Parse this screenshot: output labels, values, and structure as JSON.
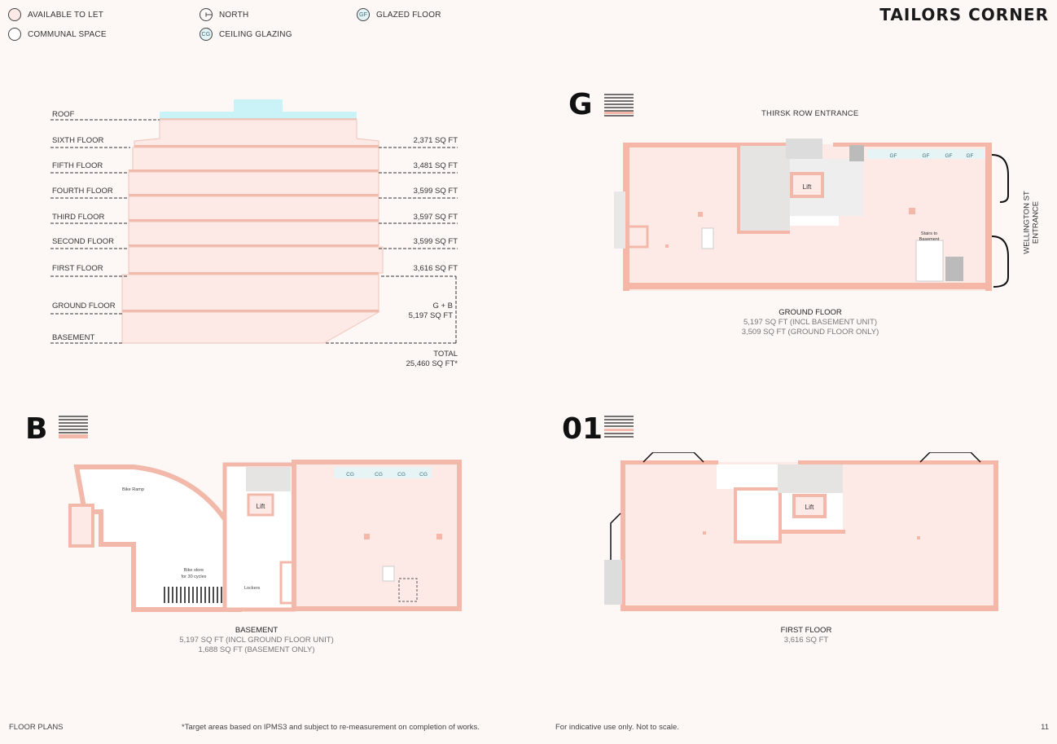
{
  "brand": "TAILORS CORNER",
  "legend": [
    {
      "symbol": "",
      "label": "AVAILABLE TO LET",
      "swatch": "#fde9e5"
    },
    {
      "symbol": "",
      "label": "COMMUNAL SPACE",
      "swatch": "#ffffff"
    },
    {
      "symbol": "north-arrow",
      "label": "NORTH"
    },
    {
      "symbol": "CG",
      "label": "CEILING GLAZING"
    },
    {
      "symbol": "GF",
      "label": "GLAZED FLOOR"
    }
  ],
  "section": {
    "floors": [
      {
        "name": "ROOF",
        "area": ""
      },
      {
        "name": "SIXTH FLOOR",
        "area": "2,371 SQ FT"
      },
      {
        "name": "FIFTH FLOOR",
        "area": "3,481 SQ FT"
      },
      {
        "name": "FOURTH FLOOR",
        "area": "3,599 SQ FT"
      },
      {
        "name": "THIRD FLOOR",
        "area": "3,597 SQ FT"
      },
      {
        "name": "SECOND FLOOR",
        "area": "3,599 SQ FT"
      },
      {
        "name": "FIRST FLOOR",
        "area": "3,616 SQ FT"
      },
      {
        "name": "GROUND FLOOR",
        "area": ""
      },
      {
        "name": "BASEMENT",
        "area": ""
      }
    ],
    "gb_label": "G + B",
    "gb_area": "5,197 SQ FT",
    "total_label": "TOTAL",
    "total_area": "25,460 SQ FT*"
  },
  "plans": {
    "ground": {
      "letter": "G",
      "entrance_top": "THIRSK ROW ENTRANCE",
      "entrance_right_1": "WELLINGTON ST",
      "entrance_right_2": "ENTRANCE",
      "lift": "Lift",
      "stairs_note_1": "Stairs to",
      "stairs_note_2": "Basement",
      "glazed": [
        "GF",
        "GF",
        "GF",
        "GF"
      ],
      "title": "GROUND FLOOR",
      "line1": "5,197 SQ FT (INCL BASEMENT UNIT)",
      "line2": "3,509 SQ FT (GROUND FLOOR ONLY)"
    },
    "basement": {
      "letter": "B",
      "bike_ramp": "Bike Ramp",
      "bike_store_1": "Bike store",
      "bike_store_2": "for 30 cycles",
      "lockers": "Lockers",
      "lift": "Lift",
      "ceiling": [
        "CG",
        "CG",
        "CG",
        "CG"
      ],
      "title": "BASEMENT",
      "line1": "5,197 SQ FT (INCL GROUND FLOOR UNIT)",
      "line2": "1,688 SQ FT (BASEMENT ONLY)"
    },
    "first": {
      "letter": "01",
      "lift": "Lift",
      "title": "FIRST FLOOR",
      "line1": "3,616 SQ FT"
    }
  },
  "footer": {
    "left": "FLOOR PLANS",
    "note": "*Target areas based on IPMS3 and subject to re-measurement on completion of works.",
    "disclaimer": "For indicative use only. Not to scale.",
    "page": "11"
  }
}
